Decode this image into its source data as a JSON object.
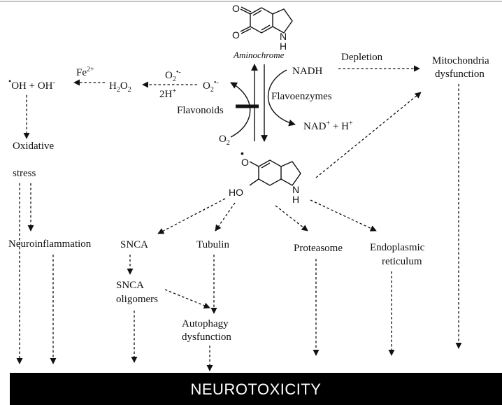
{
  "molecules": {
    "aminochrome": {
      "name": "Aminochrome",
      "o1": "O",
      "o2": "O",
      "nh": "N",
      "h": "H"
    },
    "semiquinone": {
      "radical_o": "O",
      "dot": "•",
      "ho": "HO",
      "nh": "N",
      "h": "H"
    }
  },
  "reactions": {
    "nadh": "NADH",
    "flavoenzymes": "Flavoenzymes",
    "nad_plus": "NAD",
    "nad_plus_sup": "+",
    "h_plus": " + H",
    "h_plus_sup": "+",
    "flavonoids": "Flavonoids",
    "o2": "O",
    "o2_sub": "2",
    "o2_radical": "O",
    "o2_radical_sub": "2",
    "o2_radical_sup": "•-",
    "o2_radical_left": "O",
    "o2_radical_left_sub": "2",
    "o2_radical_left_sup": "•-",
    "two_h_plus": "2H",
    "two_h_plus_sup": "+",
    "h2o2": "H",
    "h2o2_sub1": "2",
    "h2o2_mid": "O",
    "h2o2_sub2": "2",
    "fe": "Fe",
    "fe_sup": "2+",
    "oh_radical_dot": "•",
    "oh_products": "OH + OH",
    "oh_minus_sup": "-",
    "depletion": "Depletion"
  },
  "effects": {
    "oxidative_line1": "Oxidative",
    "oxidative_line2": "stress",
    "neuroinflammation": "Neuroinflammation",
    "snca": "SNCA",
    "snca_oligo_line1": "SNCA",
    "snca_oligo_line2": "oligomers",
    "tubulin": "Tubulin",
    "autophagy_line1": "Autophagy",
    "autophagy_line2": "dysfunction",
    "proteasome": "Proteasome",
    "er_line1": "Endoplasmic",
    "er_line2": "reticulum",
    "mito_line1": "Mitochondria",
    "mito_line2": "dysfunction"
  },
  "banner": {
    "text": "NEUROTOXICITY",
    "background": "#000000",
    "color": "#ffffff"
  }
}
